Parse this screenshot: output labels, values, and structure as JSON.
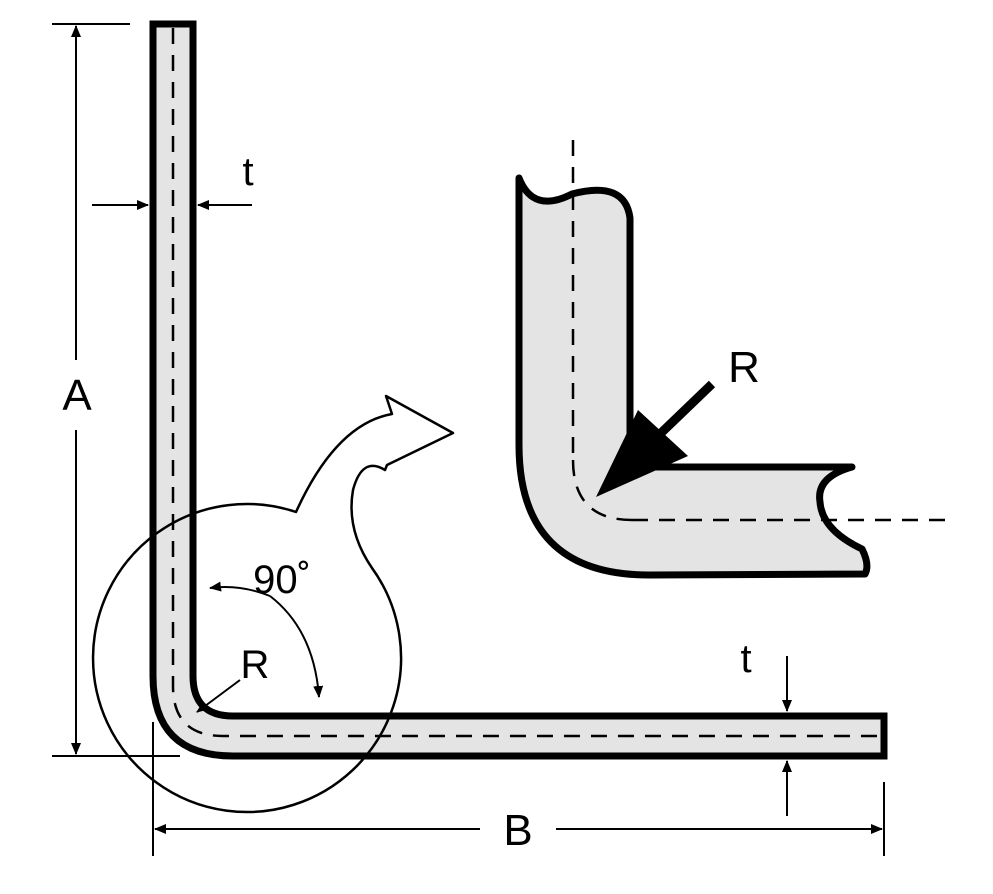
{
  "labels": {
    "height": "A",
    "width": "B",
    "thickness_vertical": "t",
    "thickness_horizontal": "t",
    "radius_main": "R",
    "radius_detail": "R",
    "angle": "90˚"
  },
  "colors": {
    "stroke": "#000000",
    "fill": "#e4e4e4",
    "background": "#ffffff"
  }
}
